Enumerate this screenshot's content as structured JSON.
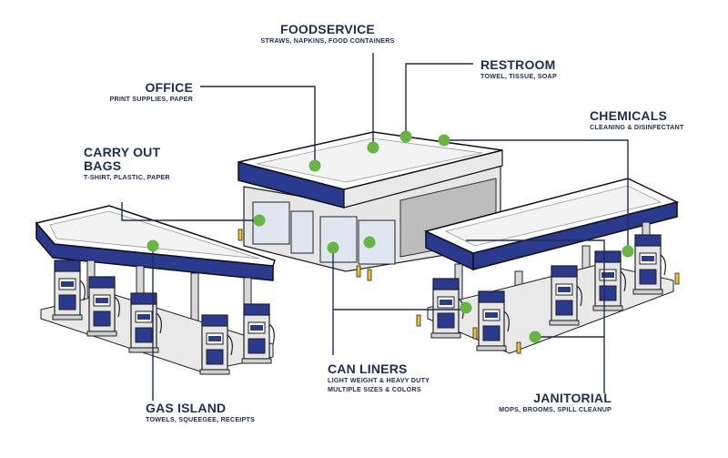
{
  "colors": {
    "navy": "#1e2c5a",
    "brand_blue": "#2a3a8f",
    "marker_green": "#69b544",
    "line": "#1e2c5a"
  },
  "labels": {
    "foodservice": {
      "title": "FOODSERVICE",
      "sub": "STRAWS, NAPKINS, FOOD CONTAINERS"
    },
    "restroom": {
      "title": "RESTROOM",
      "sub": "TOWEL, TISSUE, SOAP"
    },
    "office": {
      "title": "OFFICE",
      "sub": "PRINT SUPPLIES, PAPER"
    },
    "chemicals": {
      "title": "CHEMICALS",
      "sub": "CLEANING & DISINFECTANT"
    },
    "carry_out": {
      "title_1": "CARRY OUT",
      "title_2": "BAGS",
      "sub": "T-SHIRT, PLASTIC, PAPER"
    },
    "can_liners": {
      "title": "CAN LINERS",
      "sub_1": "LIGHT WEIGHT & HEAVY DUTY",
      "sub_2": "MULTIPLE SIZES & COLORS"
    },
    "gas_island": {
      "title": "GAS ISLAND",
      "sub": "TOWELS, SQUEEGEE, RECEIPTS"
    },
    "janitorial": {
      "title": "JANITORIAL",
      "sub": "MOPS, BROOMS, SPILL CLEANUP"
    }
  },
  "icons": [
    "gas-pump-icon",
    "location-marker-icon"
  ]
}
